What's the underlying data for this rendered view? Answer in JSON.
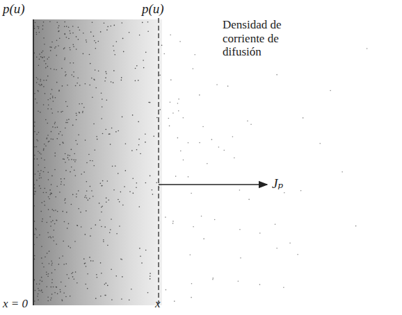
{
  "diagram": {
    "labels": [
      "p(u)",
      "p(u)",
      "Densidad de corriente de difusión",
      "Jₚ",
      "x = 0",
      "x"
    ]
  }
}
